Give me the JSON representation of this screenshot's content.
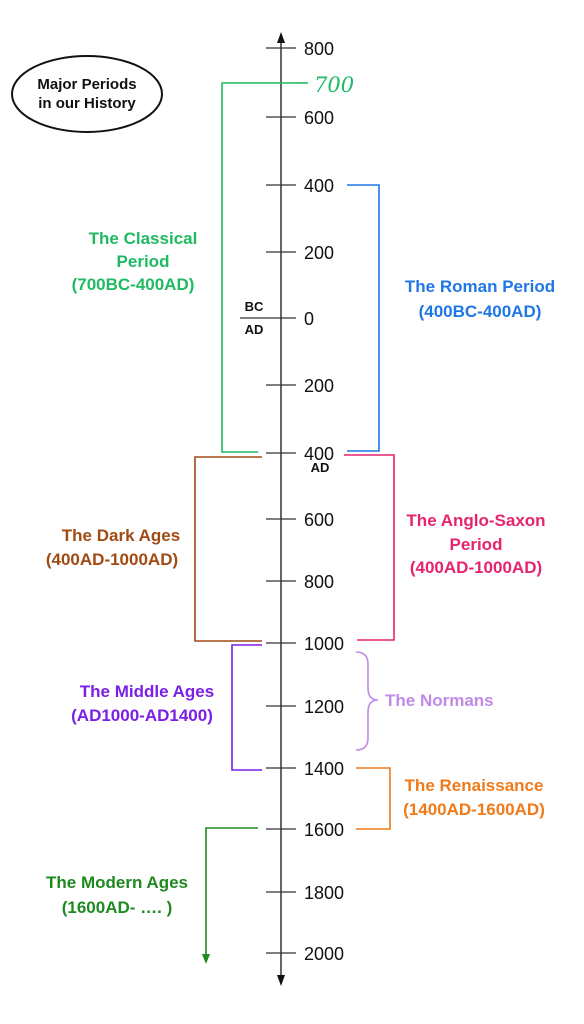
{
  "title": {
    "line1": "Major Periods",
    "line2": "in our History"
  },
  "axis": {
    "ticks": [
      {
        "label": "800"
      },
      {
        "label": "600"
      },
      {
        "label": "400"
      },
      {
        "label": "200"
      },
      {
        "label": "0"
      },
      {
        "label": "200"
      },
      {
        "label": "400"
      },
      {
        "label": "600"
      },
      {
        "label": "800"
      },
      {
        "label": "1000"
      },
      {
        "label": "1200"
      },
      {
        "label": "1400"
      },
      {
        "label": "1600"
      },
      {
        "label": "1800"
      },
      {
        "label": "2000"
      }
    ],
    "bc_label": "BC",
    "ad_label": "AD",
    "ad_400_label": "AD",
    "marker_700": "700"
  },
  "periods": [
    {
      "id": "classical",
      "line1": "The Classical",
      "line2": "Period",
      "line3": "(700BC-400AD)",
      "color": "#1fba62"
    },
    {
      "id": "roman",
      "line1": "The Roman Period",
      "line2": "(400BC-400AD)",
      "color": "#1f77e6"
    },
    {
      "id": "dark-ages",
      "line1": "The Dark Ages",
      "line2": "(400AD-1000AD)",
      "color": "#a04a14"
    },
    {
      "id": "anglo-saxon",
      "line1": "The Anglo-Saxon",
      "line2": "Period",
      "line3": "(400AD-1000AD)",
      "color": "#e6246e"
    },
    {
      "id": "middle-ages",
      "line1": "The Middle Ages",
      "line2": "(AD1000-AD1400)",
      "color": "#7a1fe6"
    },
    {
      "id": "normans",
      "line1": "The Normans",
      "color": "#c08ae6"
    },
    {
      "id": "renaissance",
      "line1": "The Renaissance",
      "line2": "(1400AD-1600AD)",
      "color": "#f07a1a"
    },
    {
      "id": "modern",
      "line1": "The Modern Ages",
      "line2": "(1600AD- …. )",
      "color": "#1f8a1f"
    }
  ]
}
